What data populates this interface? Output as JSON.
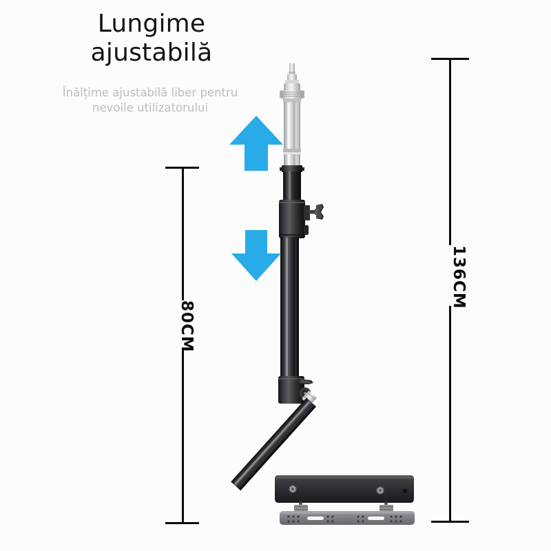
{
  "headline": {
    "title": "Lungime\najustabilă",
    "subtitle": "Înălțime ajustabilă liber pentru\nnevoile utilizatorului"
  },
  "dimensions": {
    "collapsed": {
      "label": "80CM",
      "value": 80,
      "unit": "CM",
      "position": "left"
    },
    "extended": {
      "label": "136CM",
      "value": 136,
      "unit": "CM",
      "position": "right"
    }
  },
  "arrows": {
    "up": {
      "name": "up-arrow",
      "color": "#29ABE8"
    },
    "down": {
      "name": "down-arrow",
      "color": "#29ABE8"
    }
  },
  "product": {
    "name": "wall-mounted-adjustable-light-stand",
    "colors": {
      "black": "#1d1d1f",
      "black_light": "#3a3a3c",
      "chrome": "#c9cacc",
      "chrome_light": "#eceded",
      "plate": "#7e8084",
      "background": "#fdfcfc"
    },
    "parts": [
      "top-spigot",
      "chrome-extension-tube",
      "upper-clamp-collar",
      "thumb-screw-knob",
      "black-main-column",
      "lower-clamp-collar",
      "diagonal-brace",
      "base-beam",
      "wall-mount-plate",
      "mounting-bolts"
    ]
  }
}
